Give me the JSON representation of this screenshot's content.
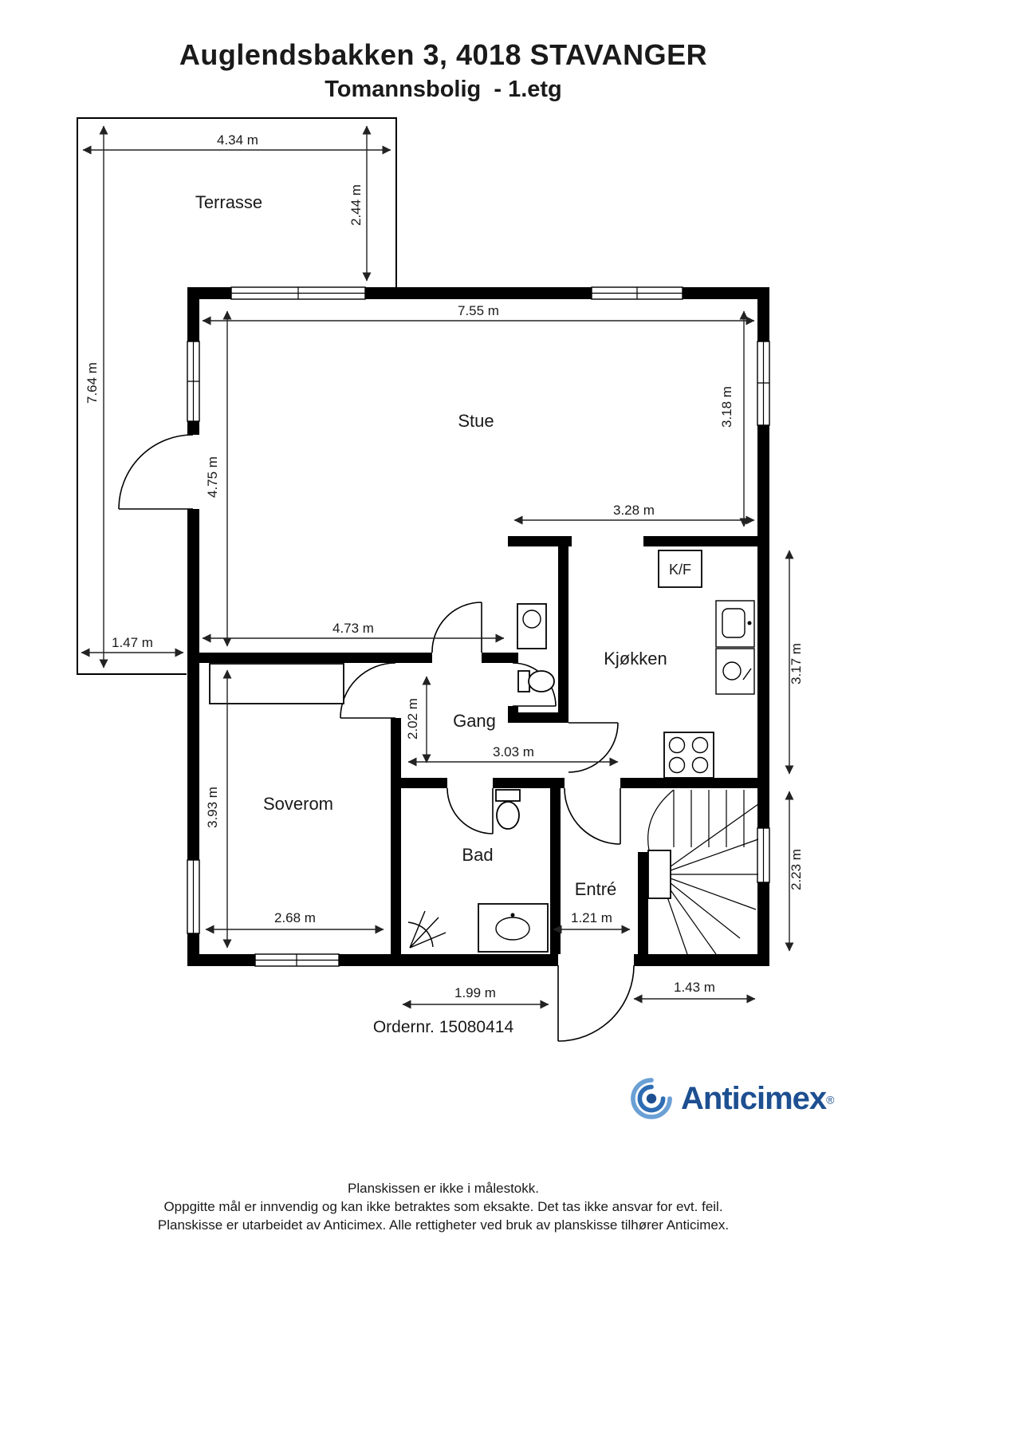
{
  "header": {
    "title": "Auglendsbakken 3, 4018 STAVANGER",
    "subtitle": "Tomannsbolig  - 1.etg"
  },
  "rooms": {
    "terrasse": "Terrasse",
    "stue": "Stue",
    "kjokken": "Kjøkken",
    "gang": "Gang",
    "soverom": "Soverom",
    "bad": "Bad",
    "entre": "Entré",
    "kf": "K/F"
  },
  "dimensions": {
    "terrace_width": "4.34 m",
    "terrace_depth": "2.44 m",
    "left_total_height": "7.64 m",
    "stue_width": "7.55 m",
    "stue_right_height": "3.18 m",
    "stue_left_height": "4.75 m",
    "kitchen_top_width": "3.28 m",
    "stue_bottom_width": "4.73 m",
    "terrace_side_width": "1.47 m",
    "kitchen_right_height": "3.17 m",
    "gang_height": "2.02 m",
    "gang_width": "3.03 m",
    "soverom_height": "3.93 m",
    "soverom_width": "2.68 m",
    "stairs_right_height": "2.23 m",
    "entre_width": "1.21 m",
    "bad_width": "1.99 m",
    "stairs_width": "1.43 m"
  },
  "order": {
    "label": "Ordernr. 15080414"
  },
  "logo": {
    "name": "Anticimex",
    "registered": "®",
    "color": "#1d4f91"
  },
  "colors": {
    "wall": "#000000",
    "text": "#1a1a1a",
    "brand_blue": "#1d4f91"
  },
  "footer": {
    "line1": "Planskissen er ikke i målestokk.",
    "line2": "Oppgitte mål er innvendig og kan ikke betraktes som eksakte. Det tas ikke ansvar for evt. feil.",
    "line3": "Planskisse er utarbeidet av Anticimex. Alle rettigheter ved bruk av planskisse tilhører Anticimex."
  }
}
